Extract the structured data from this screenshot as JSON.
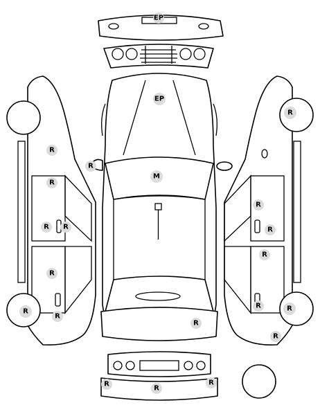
{
  "diagram": {
    "markers": [
      {
        "id": "front-bumper",
        "code": "EP"
      },
      {
        "id": "hood",
        "code": "EP"
      },
      {
        "id": "left-front-fender",
        "code": "R"
      },
      {
        "id": "left-mirror",
        "code": "R"
      },
      {
        "id": "left-front-door-upper",
        "code": "R"
      },
      {
        "id": "left-front-door-lower-a",
        "code": "R"
      },
      {
        "id": "left-front-door-lower-b",
        "code": "R"
      },
      {
        "id": "left-rear-door",
        "code": "R"
      },
      {
        "id": "left-rear-wheel",
        "code": "R"
      },
      {
        "id": "left-rear-quarter",
        "code": "R"
      },
      {
        "id": "windshield",
        "code": "M"
      },
      {
        "id": "right-front-wheel",
        "code": "R"
      },
      {
        "id": "right-front-door",
        "code": "R"
      },
      {
        "id": "right-front-door-lower",
        "code": "R"
      },
      {
        "id": "right-rear-door",
        "code": "R"
      },
      {
        "id": "right-rear-door-lower",
        "code": "R"
      },
      {
        "id": "right-rear-wheel",
        "code": "R"
      },
      {
        "id": "right-rear-quarter",
        "code": "R"
      },
      {
        "id": "trunk",
        "code": "R"
      },
      {
        "id": "rear-bumper-left",
        "code": "R"
      },
      {
        "id": "rear-bumper-center",
        "code": "R"
      },
      {
        "id": "rear-bumper-right",
        "code": "R"
      }
    ]
  }
}
